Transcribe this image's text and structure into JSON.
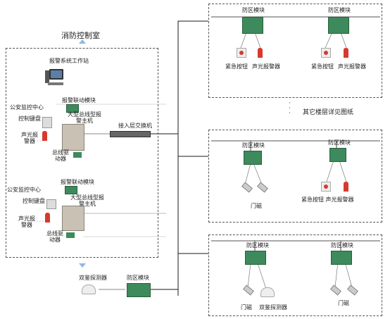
{
  "control_room": {
    "title": "消防控制室",
    "workstation": "报警系统工作站",
    "linkage_module_1": "报警联动模块",
    "police_center_1": "公安监控中心",
    "keyboard_1": "控制键盘",
    "siren_1": "声光报\n警器",
    "host_1": "大型总线型报\n警主机",
    "bus_driver_1": "总线驱\n动器",
    "access_switch": "接入层交换机",
    "linkage_module_2": "报警联动模块",
    "police_center_2": "公安监控中心",
    "keyboard_2": "控制键盘",
    "host_2": "大型总线型报\n警主机",
    "siren_2": "声光报\n警器",
    "bus_driver_2": "总线驱\n动器"
  },
  "bottom_left": {
    "detector": "双鉴探测器",
    "zone_module": "防区模块"
  },
  "panel_top": {
    "zone_module_a": "防区模块",
    "zone_module_b": "防区模块",
    "button_a": "紧急按钮",
    "siren_a": "声光报警器",
    "button_b": "紧急按钮",
    "siren_b": "声光报警器"
  },
  "other_floors": "其它楼层详见图纸",
  "panel_mid": {
    "zone_module_a": "防区模块",
    "zone_module_b": "防区模块",
    "door_contact": "门磁",
    "button_siren": "紧急按钮 声光报警器"
  },
  "panel_bottom": {
    "zone_module_a": "防区模块",
    "zone_module_b": "防区模块",
    "door_contact_a": "门磁",
    "detector": "双鉴探测器",
    "door_contact_b": "门磁"
  },
  "colors": {
    "line": "#1a1a1a",
    "dashed": "#555555",
    "module_green": "#3d8a5c",
    "siren_red": "#d63a2e",
    "arrow_blue": "#8fb8de"
  }
}
